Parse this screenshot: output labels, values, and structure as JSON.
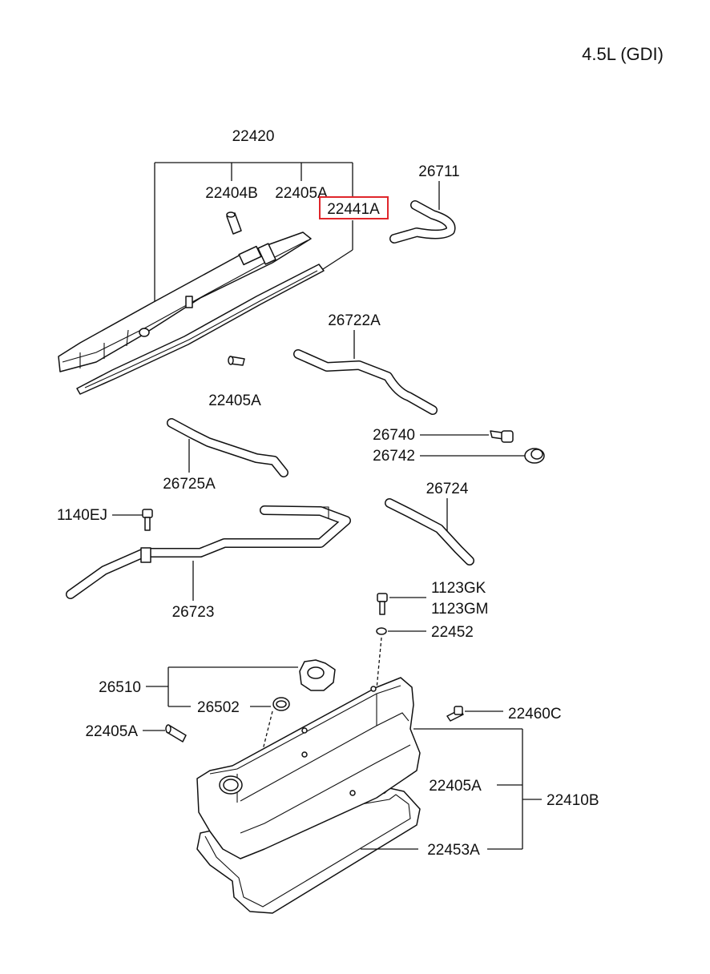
{
  "engine_label": "4.5L (GDI)",
  "highlight_color": "#e0262b",
  "parts": {
    "p22420": "22420",
    "p22404B": "22404B",
    "p22405A_top": "22405A",
    "p22441A": "22441A",
    "p26711": "26711",
    "p26722A": "26722A",
    "p22405A_mid": "22405A",
    "p26740": "26740",
    "p26742": "26742",
    "p26725A": "26725A",
    "p1140EJ": "1140EJ",
    "p26724": "26724",
    "p26723": "26723",
    "p1123GK": "1123GK",
    "p1123GM": "1123GM",
    "p22452": "22452",
    "p26510": "26510",
    "p26502": "26502",
    "p22460C": "22460C",
    "p22405A_left": "22405A",
    "p22405A_right": "22405A",
    "p22410B": "22410B",
    "p22453A": "22453A"
  }
}
